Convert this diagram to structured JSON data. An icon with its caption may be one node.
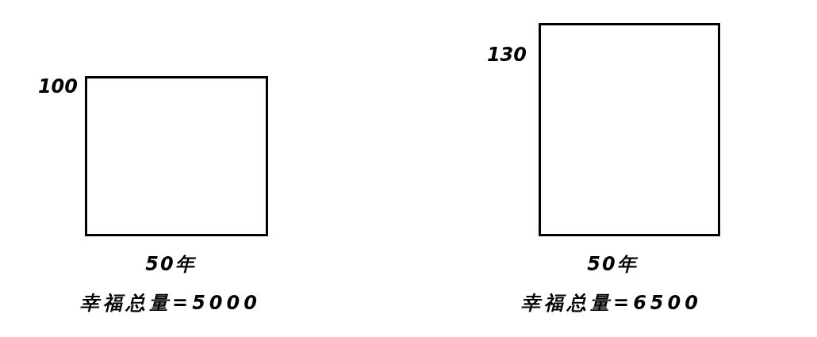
{
  "diagram": {
    "nodes": [
      {
        "text": [],
        "shape": "box",
        "beside": [
          "100",
          "50年",
          "幸福总量=5000"
        ]
      },
      {
        "text": [],
        "shape": "box",
        "beside": [
          "130",
          "50年",
          "幸福总量=6500"
        ]
      }
    ]
  }
}
